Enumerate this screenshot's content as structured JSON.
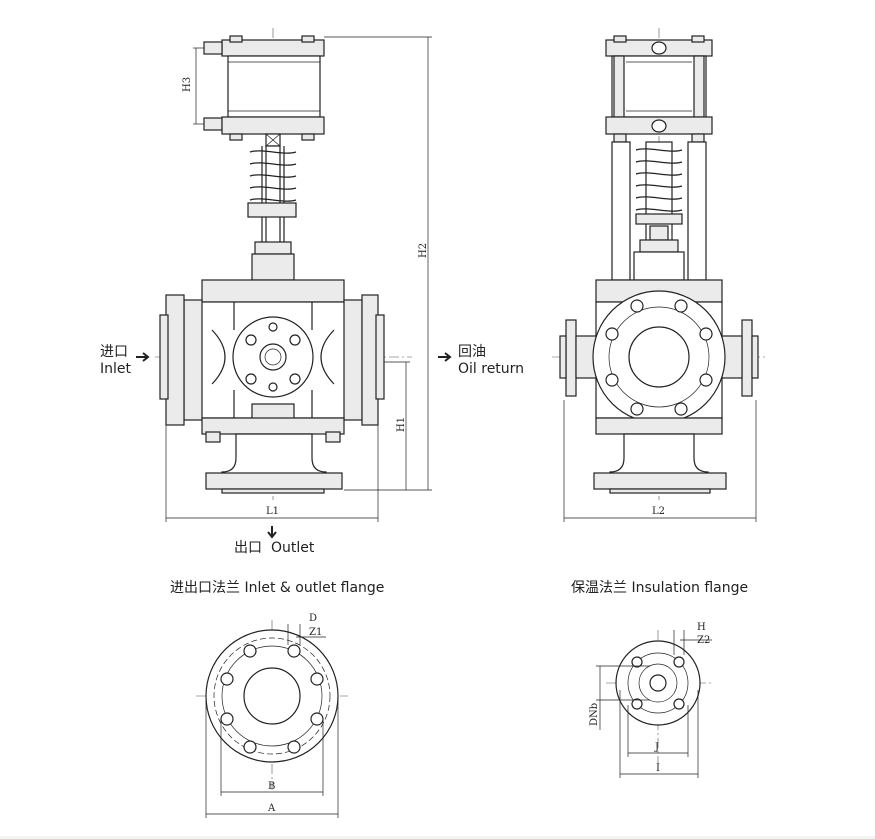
{
  "labels": {
    "inlet_cn": "进口",
    "inlet_en": "Inlet",
    "oil_return_cn": "回油",
    "oil_return_en": "Oil return",
    "outlet_cn": "出口",
    "outlet_en": "Outlet",
    "flange_caption_left": "进出口法兰  Inlet & outlet flange",
    "flange_caption_right": "保温法兰  Insulation flange"
  },
  "dimensions": {
    "h1": "H1",
    "h2": "H2",
    "h3": "H3",
    "l1": "L1",
    "l2": "L2",
    "d": "D",
    "z1": "Z1",
    "b": "B",
    "a": "A",
    "h": "H",
    "z2": "Z2",
    "dnb": "DNb",
    "j": "J",
    "i": "I"
  },
  "icons": {
    "arrow_right": "arrow-right-icon",
    "arrow_down": "arrow-down-icon"
  },
  "colors": {
    "line": "#222222",
    "shade": "#ebebeb"
  }
}
